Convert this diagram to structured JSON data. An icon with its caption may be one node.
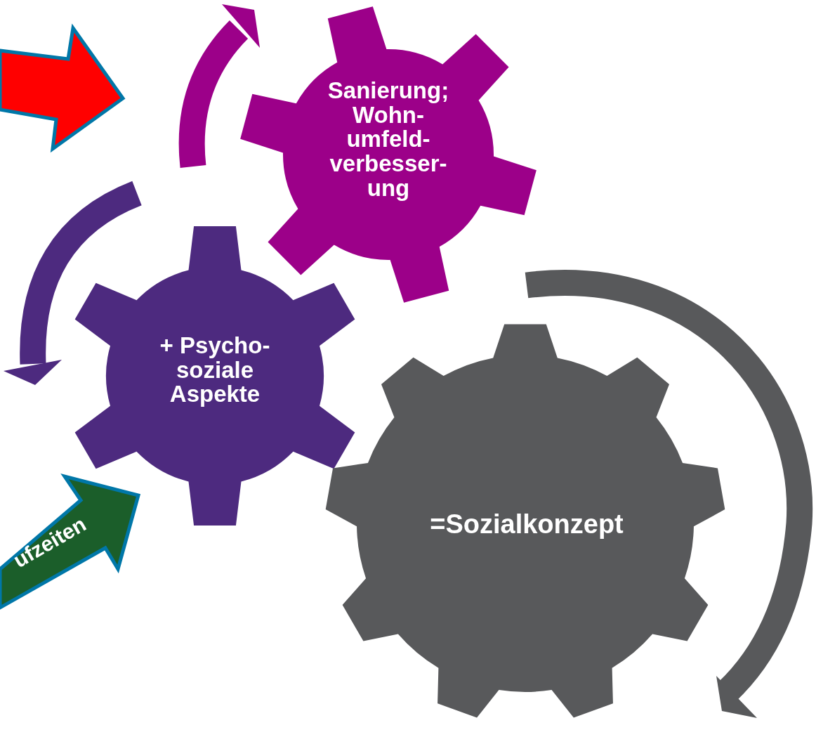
{
  "diagram": {
    "nodes": [
      {
        "text": [],
        "shape": "arrow"
      },
      {
        "text": [
          "Sanierung; Wohn- umfeld- verbesser- ung"
        ]
      },
      {
        "text": [
          "+ Psycho- soziale Aspekte"
        ]
      },
      {
        "text": [
          "ufzeiten"
        ]
      },
      {
        "text": [
          "=Sozialkonzept"
        ]
      }
    ]
  }
}
